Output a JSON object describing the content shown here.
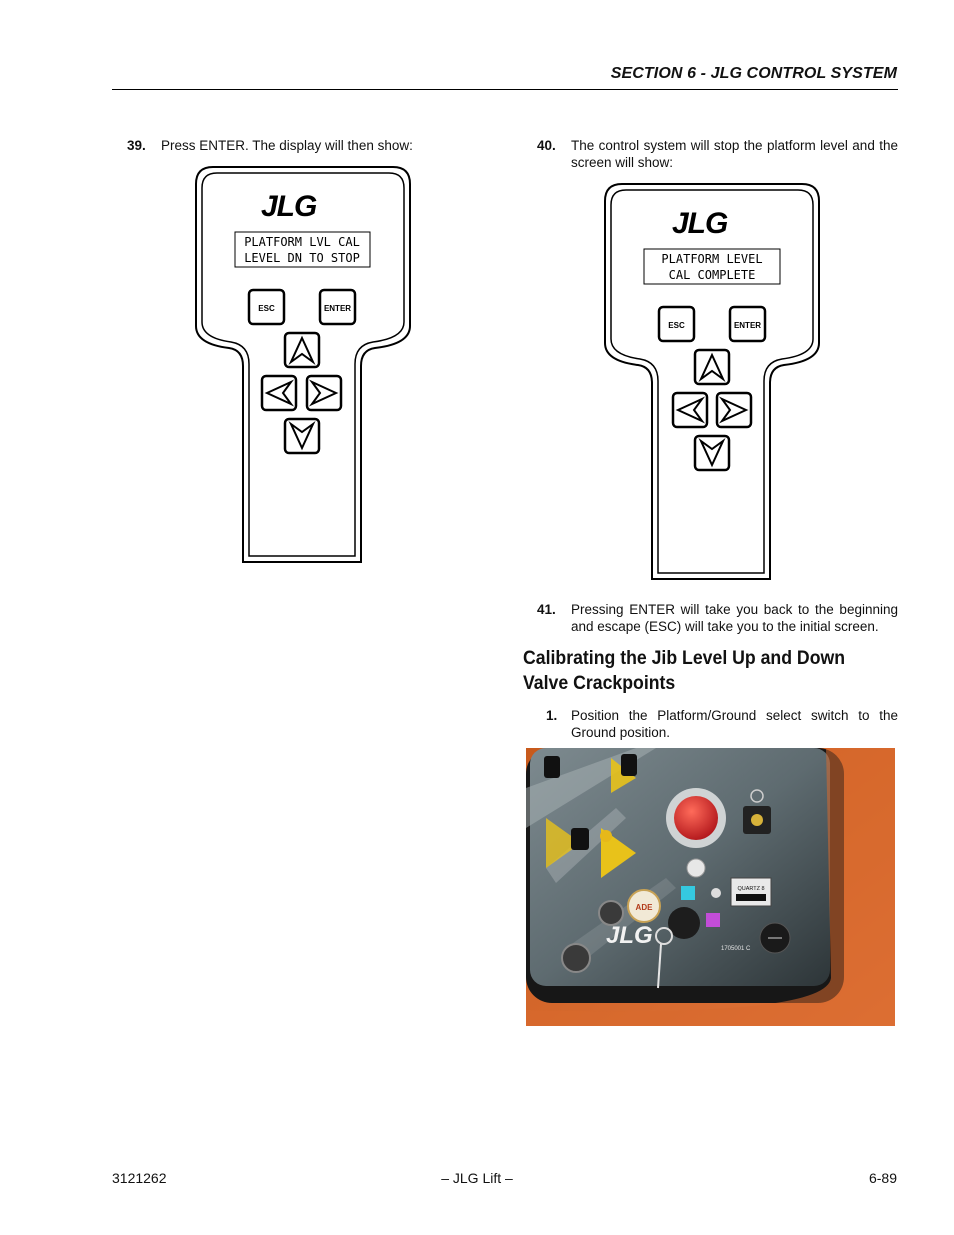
{
  "header": {
    "section": "SECTION 6 - JLG CONTROL SYSTEM"
  },
  "steps": [
    {
      "num": "39.",
      "text": "Press ENTER. The display will then show:"
    },
    {
      "num": "40.",
      "text": "The control system will stop the platform level and the screen will show:"
    },
    {
      "num": "41.",
      "text": "Pressing ENTER will take you back to the beginning and escape (ESC) will take you to the initial screen."
    }
  ],
  "heading": "Calibrating the Jib Level Up and Down Valve Crackpoints",
  "sub_step": {
    "num": "1.",
    "text": "Position the Platform/Ground select switch to the Ground position."
  },
  "device1": {
    "logo": "JLG",
    "line1": "PLATFORM LVL CAL",
    "line2": "LEVEL DN TO STOP",
    "esc": "ESC",
    "enter": "ENTER"
  },
  "device2": {
    "logo": "JLG",
    "line1": "PLATFORM LEVEL",
    "line2": "CAL COMPLETE",
    "esc": "ESC",
    "enter": "ENTER"
  },
  "photo": {
    "logo": "JLG",
    "meter_label": "QUARTZ 8",
    "panel_code": "1705001 C",
    "badge": "ADE"
  },
  "footer": {
    "doc_number": "3121262",
    "center": "– JLG Lift –",
    "page": "6-89"
  }
}
